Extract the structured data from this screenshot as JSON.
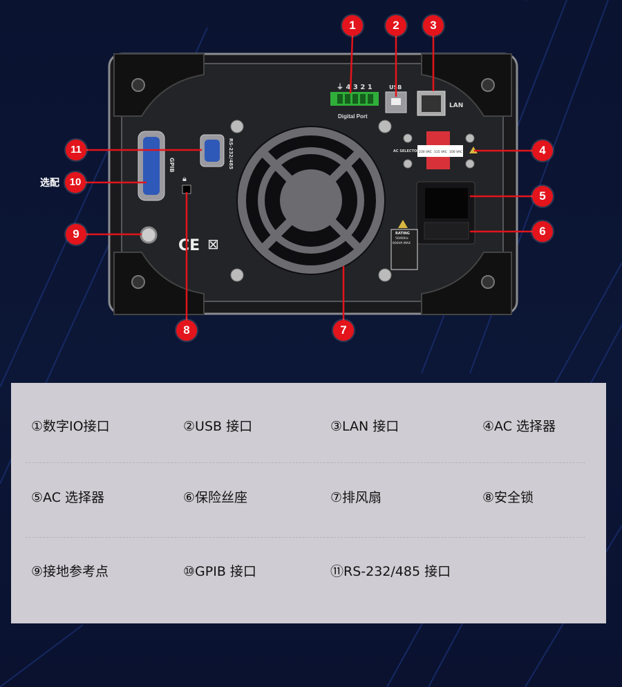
{
  "device": {
    "digital_port_label": "Digital Port",
    "digital_port_pins": "⏚ 4 3 2 1",
    "usb_label": "USB",
    "lan_label": "LAN",
    "ac_selector_label": "AC SELECTOR",
    "ac_voltages": [
      "230 VAC",
      "115 VAC",
      "100 VAC"
    ],
    "gpib_label": "GPIB",
    "rs232_label": "RS-232/485",
    "rating_title": "RATING",
    "rating_freq": "50/60Hz",
    "rating_power": "600VA MAX",
    "ce_mark": "CE"
  },
  "callouts": [
    "1",
    "2",
    "3",
    "4",
    "5",
    "6",
    "7",
    "8",
    "9",
    "10",
    "11"
  ],
  "optional_label": "选配",
  "legend": {
    "items": [
      "①数字IO接口",
      "②USB 接口",
      "③LAN 接口",
      "④AC 选择器",
      "⑤AC 选择器",
      "⑥保险丝座",
      "⑦排风扇",
      "⑧安全锁",
      "⑨接地参考点",
      "⑩GPIB 接口",
      "⑪RS-232/485 接口"
    ]
  },
  "colors": {
    "callout": "#e3141b",
    "background": "#0b1430",
    "legend_bg": "#cfccd3"
  }
}
